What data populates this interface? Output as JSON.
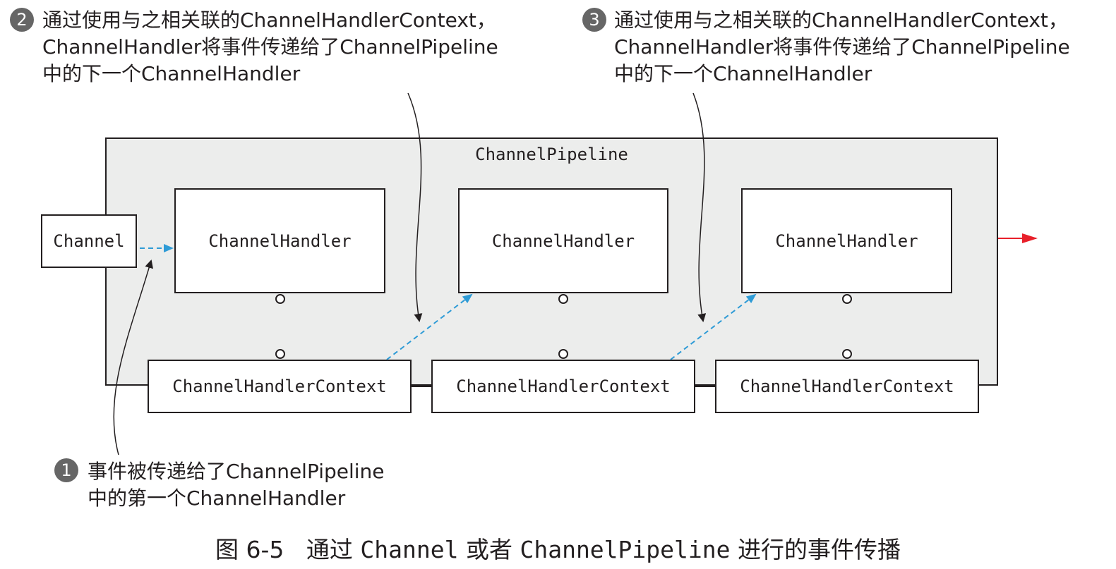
{
  "callouts": {
    "c1": {
      "number": "1",
      "lines": [
        "事件被传递给了ChannelPipeline",
        "中的第一个ChannelHandler"
      ]
    },
    "c2": {
      "number": "2",
      "lines": [
        "通过使用与之相关联的ChannelHandlerContext，",
        "ChannelHandler将事件传递给了ChannelPipeline",
        "中的下一个ChannelHandler"
      ]
    },
    "c3": {
      "number": "3",
      "lines": [
        "通过使用与之相关联的ChannelHandlerContext，",
        "ChannelHandler将事件传递给了ChannelPipeline",
        "中的下一个ChannelHandler"
      ]
    }
  },
  "diagram": {
    "pipeline_label": "ChannelPipeline",
    "channel_label": "Channel",
    "handlers": [
      "ChannelHandler",
      "ChannelHandler",
      "ChannelHandler"
    ],
    "contexts": [
      "ChannelHandlerContext",
      "ChannelHandlerContext",
      "ChannelHandlerContext"
    ]
  },
  "caption": {
    "figure_number": "图 6-5",
    "part1": "通过",
    "code1": "Channel",
    "part2": "或者",
    "code2": "ChannelPipeline",
    "part3": "进行的事件传播"
  },
  "colors": {
    "flow_red": "#e8202a",
    "flow_blue": "#2e9bd6",
    "pipeline_bg": "#ecedec",
    "badge_gray": "#666666"
  }
}
